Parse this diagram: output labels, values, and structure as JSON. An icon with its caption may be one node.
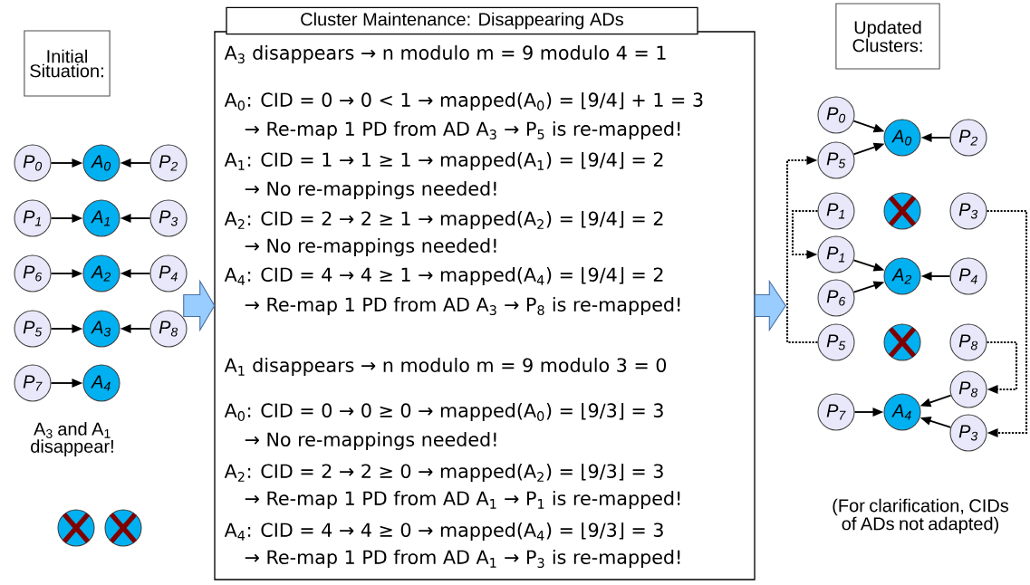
{
  "diagram": {
    "nodes": [
      {
        "text": [
          "Initial Situation:"
        ]
      },
      {
        "text": [
          "Cluster Maintenance: Disappearing ADs",
          "A$_{3}$ disappears → n modulo m = 9 modulo 4 = 1",
          "A$_{0}$: CID = 0 → 0 < 1 → mapped(A$_{0}$) = ⌊9/4⌋ + 1 = 3",
          "→ Re-map 1 PD from AD A$_{3}$ → P$_{5}$ is re-mapped!",
          "A$_{1}$: CID = 1 → 1 ≥ 1 → mapped(A$_{1}$) = ⌊9/4⌋ = 2",
          "→ No re-mappings needed!",
          "A$_{2}$: CID = 2 → 2 ≥ 1 → mapped(A$_{2}$) = ⌊9/4⌋ = 2",
          "→ No re-mappings needed!",
          "A$_{4}$: CID = 4 → 4 ≥ 1 → mapped(A$_{4}$) = ⌊9/4⌋ = 2",
          "→ Re-map 1 PD from AD A$_{3}$ → P$_{8}$ is re-mapped!",
          "A$_{1}$ disappears → n modulo m = 9 modulo 3 = 0",
          "A$_{0}$: CID = 0 → 0 ≥ 0 → mapped(A$_{0}$) = ⌊9/3⌋ = 3",
          "→ No re-mappings needed!",
          "A$_{2}$: CID = 2 → 2 ≥ 0 → mapped(A$_{2}$) = ⌊9/3⌋ = 3",
          "→ Re-map 1 PD from AD A$_{1}$ → P$_{1}$ is re-mapped!",
          "A$_{4}$: CID = 4 → 4 ≥ 0 → mapped(A$_{4}$) = ⌊9/3⌋ = 3",
          "→ Re-map 1 PD from AD A$_{1}$ → P$_{3}$ is re-mapped!"
        ]
      },
      {
        "text": [
          "Updated Clusters:"
        ]
      },
      {
        "text": [
          "P$_{0}$"
        ]
      },
      {
        "text": [
          "A$_{0}$"
        ]
      },
      {
        "text": [
          "P$_{2}$"
        ]
      },
      {
        "text": [
          "P$_{1}$"
        ]
      },
      {
        "text": [
          "A$_{1}$"
        ]
      },
      {
        "text": [
          "P$_{3}$"
        ]
      },
      {
        "text": [
          "P$_{6}$"
        ]
      },
      {
        "text": [
          "A$_{2}$"
        ]
      },
      {
        "text": [
          "P$_{4}$"
        ]
      },
      {
        "text": [
          "P$_{5}$"
        ]
      },
      {
        "text": [
          "A$_{3}$"
        ]
      },
      {
        "text": [
          "P$_{8}$"
        ]
      },
      {
        "text": [
          "P$_{7}$"
        ]
      },
      {
        "text": [
          "A$_{4}$"
        ]
      },
      {
        "text": [],
        "shape": "circle"
      },
      {
        "text": [],
        "shape": "circle"
      },
      {
        "text": [
          "P$_{0}$"
        ]
      },
      {
        "text": [
          "A$_{0}$"
        ]
      },
      {
        "text": [
          "P$_{2}$"
        ]
      },
      {
        "text": [
          "P$_{5}$"
        ]
      },
      {
        "text": [
          "P$_{1}$"
        ]
      },
      {
        "text": [],
        "shape": "circle"
      },
      {
        "text": [
          "P$_{3}$"
        ]
      },
      {
        "text": [
          "P$_{1}$"
        ]
      },
      {
        "text": [
          "A$_{2}$"
        ]
      },
      {
        "text": [
          "P$_{4}$"
        ]
      },
      {
        "text": [
          "P$_{6}$"
        ]
      },
      {
        "text": [
          "P$_{5}$"
        ]
      },
      {
        "text": [],
        "shape": "circle"
      },
      {
        "text": [
          "P$_{8}$"
        ]
      },
      {
        "text": [
          "P$_{8}$"
        ]
      },
      {
        "text": [
          "P$_{7}$"
        ]
      },
      {
        "text": [
          "A$_{4}$"
        ]
      },
      {
        "text": [
          "P$_{3}$"
        ]
      }
    ],
    "edges": [
      {
        "from": 3,
        "to": 4,
        "arrow": "to"
      },
      {
        "from": 5,
        "to": 4,
        "arrow": "to"
      },
      {
        "from": 6,
        "to": 7,
        "arrow": "to"
      },
      {
        "from": 8,
        "to": 7,
        "arrow": "to"
      },
      {
        "from": 9,
        "to": 10,
        "arrow": "to"
      },
      {
        "from": 11,
        "to": 10,
        "arrow": "to"
      },
      {
        "from": 12,
        "to": 13,
        "arrow": "to"
      },
      {
        "from": 14,
        "to": 13,
        "arrow": "to"
      },
      {
        "from": 15,
        "to": 16,
        "arrow": "to"
      },
      {
        "from": null,
        "to": 1,
        "arrow": "to",
        "color": "#99ccff"
      },
      {
        "from": 1,
        "to": null,
        "arrow": "to",
        "color": "#99ccff"
      },
      {
        "from": 19,
        "to": 20,
        "arrow": "to"
      },
      {
        "from": 22,
        "to": 20,
        "arrow": "to"
      },
      {
        "from": 21,
        "to": 20,
        "arrow": "to"
      },
      {
        "from": 26,
        "to": 27,
        "arrow": "to"
      },
      {
        "from": 29,
        "to": 27,
        "arrow": "to"
      },
      {
        "from": 28,
        "to": 27,
        "arrow": "to"
      },
      {
        "from": 34,
        "to": 35,
        "arrow": "to"
      },
      {
        "from": 33,
        "to": 35,
        "arrow": "to"
      },
      {
        "from": 36,
        "to": 35,
        "arrow": "to"
      },
      {
        "from": 30,
        "to": 22,
        "arrow": "to",
        "style": "dashed"
      },
      {
        "from": 23,
        "to": 26,
        "arrow": "to",
        "style": "dashed"
      },
      {
        "from": 25,
        "to": 36,
        "arrow": "to",
        "style": "dashed"
      },
      {
        "from": 32,
        "to": 33,
        "arrow": "to",
        "style": "dashed"
      }
    ],
    "labels": [
      "A$_{3}$ and A$_{1}$ disappear!",
      "(For clarification, CIDs of ADs not adapted)"
    ]
  }
}
